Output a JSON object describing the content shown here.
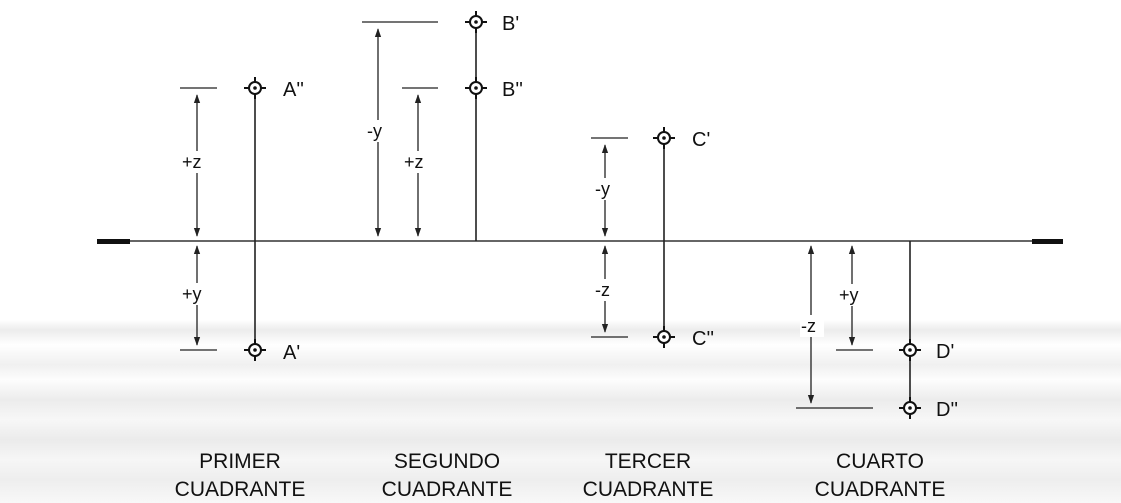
{
  "points": {
    "a2": "A''",
    "a1": "A'",
    "b1": "B'",
    "b2": "B''",
    "c1": "C'",
    "c2": "C''",
    "d1": "D'",
    "d2": "D''"
  },
  "dimensions": {
    "plus_z": "+z",
    "plus_y": "+y",
    "minus_y": "-y",
    "minus_z": "-z"
  },
  "quadrants": [
    {
      "line1": "PRIMER",
      "line2": "CUADRANTE"
    },
    {
      "line1": "SEGUNDO",
      "line2": "CUADRANTE"
    },
    {
      "line1": "TERCER",
      "line2": "CUADRANTE"
    },
    {
      "line1": "CUARTO",
      "line2": "CUADRANTE"
    }
  ]
}
